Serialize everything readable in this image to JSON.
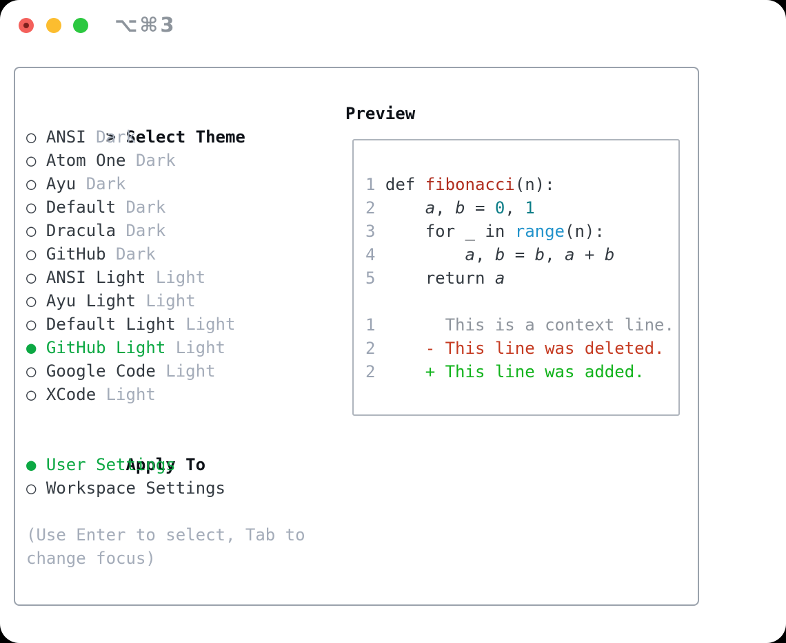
{
  "window": {
    "shortcut_title": "⌥⌘3",
    "traffic_lights": [
      {
        "name": "close",
        "color": "#f4605b"
      },
      {
        "name": "minimize",
        "color": "#fcbd2f"
      },
      {
        "name": "zoom",
        "color": "#2cc840"
      }
    ]
  },
  "colors": {
    "panel_border": "#9aa2ac",
    "preview_border": "#afb5bd",
    "text_dark": "#333a41",
    "text_muted": "#a4acb9",
    "line_number": "#9aa3b2",
    "selection_green": "#0ca843",
    "syntax_function_red": "#b02d1e",
    "syntax_number_teal": "#0c7d87",
    "syntax_builtin_blue": "#2293cb",
    "diff_deleted_red": "#c53b22",
    "diff_added_green": "#12b31c",
    "diff_context_gray": "#8f959d"
  },
  "theme_panel": {
    "focus_marker": ">",
    "header_label": "Select Theme",
    "items": [
      {
        "name": "ANSI",
        "variant": "Dark",
        "selected": false
      },
      {
        "name": "Atom One",
        "variant": "Dark",
        "selected": false
      },
      {
        "name": "Ayu",
        "variant": "Dark",
        "selected": false
      },
      {
        "name": "Default",
        "variant": "Dark",
        "selected": false
      },
      {
        "name": "Dracula",
        "variant": "Dark",
        "selected": false
      },
      {
        "name": "GitHub",
        "variant": "Dark",
        "selected": false
      },
      {
        "name": "ANSI Light",
        "variant": "Light",
        "selected": false
      },
      {
        "name": "Ayu Light",
        "variant": "Light",
        "selected": false
      },
      {
        "name": "Default Light",
        "variant": "Light",
        "selected": false
      },
      {
        "name": "GitHub Light",
        "variant": "Light",
        "selected": true
      },
      {
        "name": "Google Code",
        "variant": "Light",
        "selected": false
      },
      {
        "name": "XCode",
        "variant": "Light",
        "selected": false
      }
    ],
    "apply_to": {
      "header_label": "Apply To",
      "options": [
        {
          "label": "User Settings",
          "selected": true
        },
        {
          "label": "Workspace Settings",
          "selected": false
        }
      ]
    },
    "hint_lines": [
      "(Use Enter to select, Tab to",
      "change focus)"
    ]
  },
  "preview": {
    "title": "Preview",
    "lines": [
      {
        "num": "1",
        "segments": [
          {
            "t": "def "
          },
          {
            "t": "fibonacci",
            "c": "red"
          },
          {
            "t": "(n):"
          }
        ]
      },
      {
        "num": "2",
        "segments": [
          {
            "t": "    "
          },
          {
            "t": "a",
            "i": true
          },
          {
            "t": ", "
          },
          {
            "t": "b",
            "i": true
          },
          {
            "t": " = "
          },
          {
            "t": "0",
            "c": "teal"
          },
          {
            "t": ", "
          },
          {
            "t": "1",
            "c": "teal"
          }
        ]
      },
      {
        "num": "3",
        "segments": [
          {
            "t": "    for _ in "
          },
          {
            "t": "range",
            "c": "blue"
          },
          {
            "t": "(n):"
          }
        ]
      },
      {
        "num": "4",
        "segments": [
          {
            "t": "        "
          },
          {
            "t": "a",
            "i": true
          },
          {
            "t": ", "
          },
          {
            "t": "b",
            "i": true
          },
          {
            "t": " = "
          },
          {
            "t": "b",
            "i": true
          },
          {
            "t": ", "
          },
          {
            "t": "a",
            "i": true
          },
          {
            "t": " + "
          },
          {
            "t": "b",
            "i": true
          }
        ]
      },
      {
        "num": "5",
        "segments": [
          {
            "t": "    return "
          },
          {
            "t": "a",
            "i": true
          }
        ]
      },
      {
        "num": "",
        "segments": []
      },
      {
        "num": "1",
        "segments": [
          {
            "t": "      This is a context line.",
            "c": "context"
          }
        ]
      },
      {
        "num": "2",
        "segments": [
          {
            "t": "    - This line was deleted.",
            "c": "diff-red"
          }
        ]
      },
      {
        "num": "2",
        "segments": [
          {
            "t": "    + This line was added.",
            "c": "diff-green"
          }
        ]
      }
    ]
  }
}
